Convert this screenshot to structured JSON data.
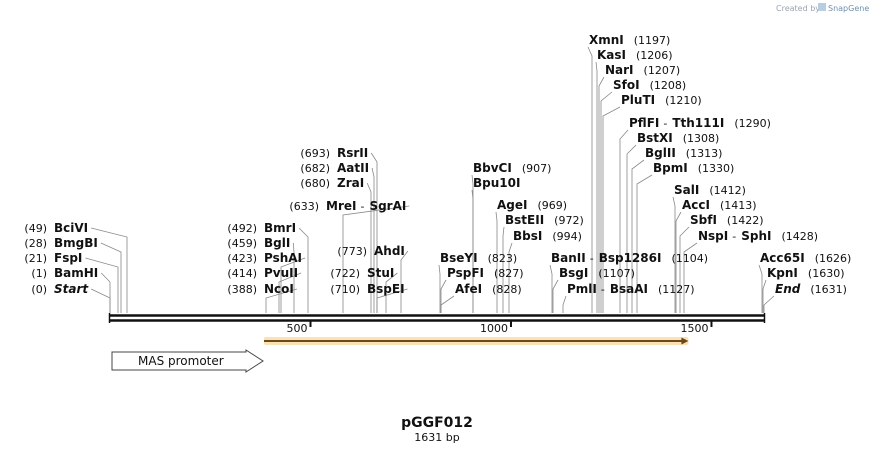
{
  "app": {
    "credit_prefix": "Created by",
    "credit_brand": "SnapGene"
  },
  "map": {
    "title": "pGGF012",
    "subtitle": "1631 bp",
    "length": 1631,
    "colors": {
      "backbone": "#111111",
      "orf_stroke": "#e8a235",
      "orf_fill": "#6b4a16",
      "feature_fill": "#ffffff",
      "feature_stroke": "#444444",
      "connector": "#888888"
    },
    "ticks": [
      {
        "value": 500,
        "label": "500"
      },
      {
        "value": 1000,
        "label": "1000"
      },
      {
        "value": 1500,
        "label": "1500"
      }
    ],
    "features": [
      {
        "name": "MAS promoter",
        "start": 1,
        "end": 391,
        "type": "promoter",
        "strand": "+"
      }
    ],
    "orfs": [
      {
        "start": 399,
        "end": 1435,
        "strand": "+"
      }
    ],
    "sites": [
      {
        "parts": [
          {
            "name": "Start",
            "italic": true
          }
        ],
        "pos": "(0)",
        "bp": 0
      },
      {
        "parts": [
          {
            "name": "BamHI"
          }
        ],
        "pos": "(1)",
        "bp": 1
      },
      {
        "parts": [
          {
            "name": "FspI"
          }
        ],
        "pos": "(21)",
        "bp": 21
      },
      {
        "parts": [
          {
            "name": "BmgBI"
          }
        ],
        "pos": "(28)",
        "bp": 28
      },
      {
        "parts": [
          {
            "name": "BciVI"
          }
        ],
        "pos": "(49)",
        "bp": 49
      },
      {
        "parts": [
          {
            "name": "NcoI"
          }
        ],
        "pos": "(388)",
        "bp": 388
      },
      {
        "parts": [
          {
            "name": "PvuII"
          }
        ],
        "pos": "(414)",
        "bp": 414
      },
      {
        "parts": [
          {
            "name": "PshAI"
          }
        ],
        "pos": "(423)",
        "bp": 423
      },
      {
        "parts": [
          {
            "name": "BglI"
          }
        ],
        "pos": "(459)",
        "bp": 459
      },
      {
        "parts": [
          {
            "name": "BmrI"
          }
        ],
        "pos": "(492)",
        "bp": 492
      },
      {
        "parts": [
          {
            "name": "MreI"
          },
          {
            "name": "SgrAI"
          }
        ],
        "pos": "(633)",
        "bp": 633
      },
      {
        "parts": [
          {
            "name": "ZraI"
          }
        ],
        "pos": "(680)",
        "bp": 680
      },
      {
        "parts": [
          {
            "name": "AatII"
          }
        ],
        "pos": "(682)",
        "bp": 682
      },
      {
        "parts": [
          {
            "name": "RsrII"
          }
        ],
        "pos": "(693)",
        "bp": 693
      },
      {
        "parts": [
          {
            "name": "BspEI"
          }
        ],
        "pos": "(710)",
        "bp": 710
      },
      {
        "parts": [
          {
            "name": "StuI"
          }
        ],
        "pos": "(722)",
        "bp": 722
      },
      {
        "parts": [
          {
            "name": "AhdI"
          }
        ],
        "pos": "(773)",
        "bp": 773
      },
      {
        "parts": [
          {
            "name": "AfeI"
          }
        ],
        "pos": "(828)",
        "bp": 828
      },
      {
        "parts": [
          {
            "name": "PspFI"
          }
        ],
        "pos": "(827)",
        "bp": 827
      },
      {
        "parts": [
          {
            "name": "BseYI"
          }
        ],
        "pos": "(823)",
        "bp": 823
      },
      {
        "parts": [
          {
            "name": "Bpu10I"
          }
        ],
        "pos": "",
        "bp": 907
      },
      {
        "parts": [
          {
            "name": "BbvCI"
          }
        ],
        "pos": "(907)",
        "bp": 907
      },
      {
        "parts": [
          {
            "name": "BbsI"
          }
        ],
        "pos": "(994)",
        "bp": 994
      },
      {
        "parts": [
          {
            "name": "BstEII"
          }
        ],
        "pos": "(972)",
        "bp": 972
      },
      {
        "parts": [
          {
            "name": "AgeI"
          }
        ],
        "pos": "(969)",
        "bp": 969
      },
      {
        "parts": [
          {
            "name": "PmlI"
          },
          {
            "name": "BsaAI"
          }
        ],
        "pos": "(1127)",
        "bp": 1127
      },
      {
        "parts": [
          {
            "name": "BsgI"
          }
        ],
        "pos": "(1107)",
        "bp": 1107
      },
      {
        "parts": [
          {
            "name": "BanII"
          },
          {
            "name": "Bsp1286I"
          }
        ],
        "pos": "(1104)",
        "bp": 1104
      },
      {
        "parts": [
          {
            "name": "BpmI"
          }
        ],
        "pos": "(1330)",
        "bp": 1330
      },
      {
        "parts": [
          {
            "name": "BglII"
          }
        ],
        "pos": "(1313)",
        "bp": 1313
      },
      {
        "parts": [
          {
            "name": "BstXI"
          }
        ],
        "pos": "(1308)",
        "bp": 1308
      },
      {
        "parts": [
          {
            "name": "PflFI"
          },
          {
            "name": "Tth111I"
          }
        ],
        "pos": "(1290)",
        "bp": 1290
      },
      {
        "parts": [
          {
            "name": "PluTI"
          }
        ],
        "pos": "(1210)",
        "bp": 1210
      },
      {
        "parts": [
          {
            "name": "SfoI"
          }
        ],
        "pos": "(1208)",
        "bp": 1208
      },
      {
        "parts": [
          {
            "name": "NarI"
          }
        ],
        "pos": "(1207)",
        "bp": 1207
      },
      {
        "parts": [
          {
            "name": "KasI"
          }
        ],
        "pos": "(1206)",
        "bp": 1206
      },
      {
        "parts": [
          {
            "name": "XmnI"
          }
        ],
        "pos": "(1197)",
        "bp": 1197
      },
      {
        "parts": [
          {
            "name": "NspI"
          },
          {
            "name": "SphI"
          }
        ],
        "pos": "(1428)",
        "bp": 1428
      },
      {
        "parts": [
          {
            "name": "SbfI"
          }
        ],
        "pos": "(1422)",
        "bp": 1422
      },
      {
        "parts": [
          {
            "name": "AccI"
          }
        ],
        "pos": "(1413)",
        "bp": 1413
      },
      {
        "parts": [
          {
            "name": "SalI"
          }
        ],
        "pos": "(1412)",
        "bp": 1412
      },
      {
        "parts": [
          {
            "name": "End",
            "italic": true
          }
        ],
        "pos": "(1631)",
        "bp": 1631
      },
      {
        "parts": [
          {
            "name": "KpnI"
          }
        ],
        "pos": "(1630)",
        "bp": 1630
      },
      {
        "parts": [
          {
            "name": "Acc65I"
          }
        ],
        "pos": "(1626)",
        "bp": 1626
      }
    ]
  }
}
